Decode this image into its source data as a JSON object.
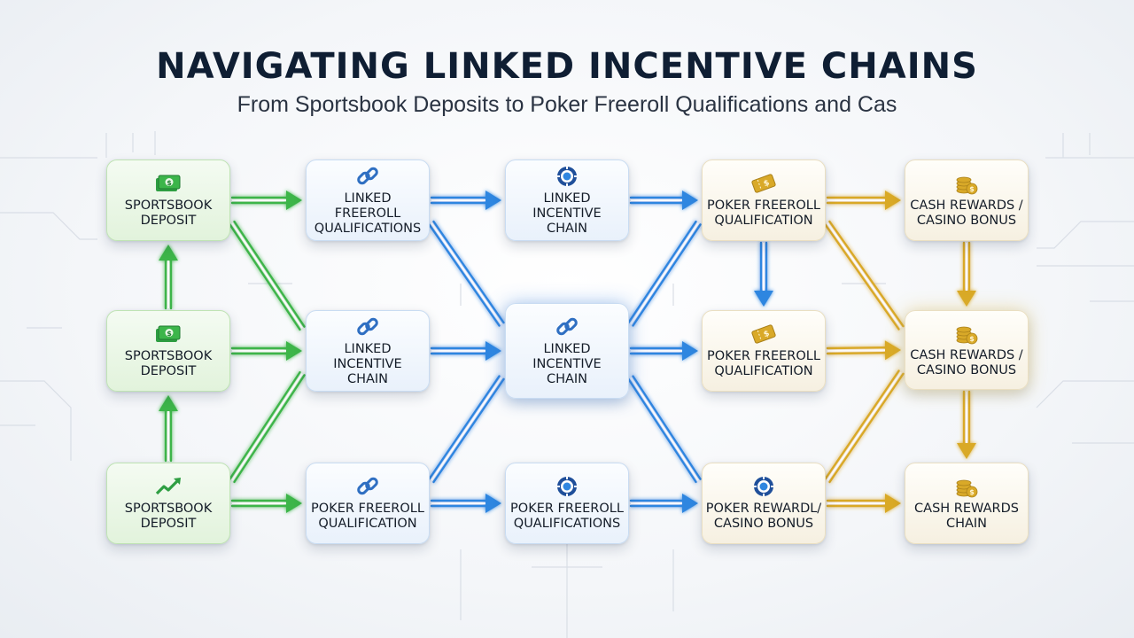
{
  "title": "NAVIGATING LINKED INCENTIVE CHAINS",
  "subtitle": "From Sportsbook Deposits to Poker Freeroll Qualifications and Cas",
  "nodes": [
    {
      "id": "c1r1",
      "label": "SPORTSBOOK\nDEPOSIT",
      "icon": "money-icon",
      "color": "green"
    },
    {
      "id": "c1r2",
      "label": "SPORTSBOOK\nDEPOSIT",
      "icon": "money-icon",
      "color": "green"
    },
    {
      "id": "c1r3",
      "label": "SPORTSBOOK\nDEPOSIT",
      "icon": "trend-up-icon",
      "color": "green"
    },
    {
      "id": "c2r1",
      "label": "LINKED\nFREEROLL\nQUALIFICATIONS",
      "icon": "link-icon",
      "color": "blue"
    },
    {
      "id": "c2r2",
      "label": "LINKED\nINCENTIVE\nCHAIN",
      "icon": "link-icon",
      "color": "blue"
    },
    {
      "id": "c2r3",
      "label": "POKER FREEROLL\nQUALIFICATION",
      "icon": "link-icon",
      "color": "blue"
    },
    {
      "id": "c3r1",
      "label": "LINKED\nINCENTIVE\nCHAIN",
      "icon": "poker-chip-icon",
      "color": "blue"
    },
    {
      "id": "c3r2",
      "label": "LINKED\nINCENTIVE\nCHAIN",
      "icon": "link-icon",
      "color": "blue"
    },
    {
      "id": "c3r3",
      "label": "POKER FREEROLL\nQUALIFICATIONS",
      "icon": "poker-chip-icon",
      "color": "blue"
    },
    {
      "id": "c4r1",
      "label": "POKER FREEROLL\nQUALIFICATION",
      "icon": "ticket-icon",
      "color": "gold"
    },
    {
      "id": "c4r2",
      "label": "POKER FREEROLL\nQUALIFICATION",
      "icon": "ticket-icon",
      "color": "gold"
    },
    {
      "id": "c4r3",
      "label": "POKER REWARDL/\nCASINO BONUS",
      "icon": "poker-chip-icon",
      "color": "gold"
    },
    {
      "id": "c5r1",
      "label": "CASH REWARDS /\nCASINO BONUS",
      "icon": "coins-icon",
      "color": "gold"
    },
    {
      "id": "c5r2",
      "label": "CASH REWARDS /\nCASINO BONUS",
      "icon": "coins-icon",
      "color": "gold"
    },
    {
      "id": "c5r3",
      "label": "CASH REWARDS\nCHAIN",
      "icon": "coins-icon",
      "color": "gold"
    }
  ],
  "edges": [
    {
      "from": "c1r1",
      "to": "c2r1",
      "color": "green"
    },
    {
      "from": "c1r2",
      "to": "c2r2",
      "color": "green"
    },
    {
      "from": "c1r3",
      "to": "c2r3",
      "color": "green"
    },
    {
      "from": "c1r2",
      "to": "c1r1",
      "color": "green"
    },
    {
      "from": "c1r3",
      "to": "c1r2",
      "color": "green"
    },
    {
      "from": "c1r1",
      "to": "c2r2",
      "color": "green",
      "kind": "line"
    },
    {
      "from": "c1r3",
      "to": "c2r2",
      "color": "green",
      "kind": "line"
    },
    {
      "from": "c2r1",
      "to": "c3r1",
      "color": "blue"
    },
    {
      "from": "c2r2",
      "to": "c3r2",
      "color": "blue"
    },
    {
      "from": "c2r3",
      "to": "c3r3",
      "color": "blue"
    },
    {
      "from": "c2r1",
      "to": "c3r2",
      "color": "blue",
      "kind": "line"
    },
    {
      "from": "c2r3",
      "to": "c3r2",
      "color": "blue",
      "kind": "line"
    },
    {
      "from": "c3r1",
      "to": "c4r1",
      "color": "blue"
    },
    {
      "from": "c3r2",
      "to": "c4r2",
      "color": "blue"
    },
    {
      "from": "c3r3",
      "to": "c4r3",
      "color": "blue"
    },
    {
      "from": "c3r2",
      "to": "c4r1",
      "color": "blue",
      "kind": "line"
    },
    {
      "from": "c3r2",
      "to": "c4r3",
      "color": "blue",
      "kind": "line"
    },
    {
      "from": "c4r1",
      "to": "c4r2",
      "color": "blue"
    },
    {
      "from": "c4r1",
      "to": "c5r1",
      "color": "gold"
    },
    {
      "from": "c4r2",
      "to": "c5r2",
      "color": "gold"
    },
    {
      "from": "c4r3",
      "to": "c5r3",
      "color": "gold"
    },
    {
      "from": "c4r1",
      "to": "c5r2",
      "color": "gold",
      "kind": "line"
    },
    {
      "from": "c4r3",
      "to": "c5r2",
      "color": "gold",
      "kind": "line"
    },
    {
      "from": "c5r1",
      "to": "c5r2",
      "color": "gold"
    },
    {
      "from": "c5r2",
      "to": "c5r3",
      "color": "gold"
    }
  ],
  "colors": {
    "green": "#3cb54a",
    "blue": "#2f86e0",
    "gold": "#d9a928",
    "title": "#0f1e33"
  }
}
